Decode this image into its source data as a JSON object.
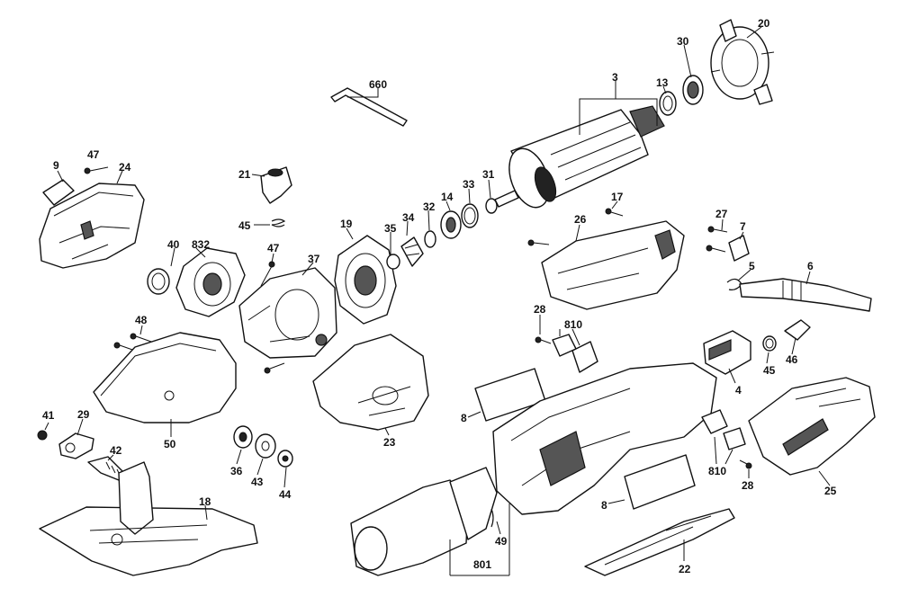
{
  "parts": [
    {
      "id": "p660",
      "label": "660"
    },
    {
      "id": "p3",
      "label": "3"
    },
    {
      "id": "p13",
      "label": "13"
    },
    {
      "id": "p30",
      "label": "30"
    },
    {
      "id": "p20",
      "label": "20"
    },
    {
      "id": "p9",
      "label": "9"
    },
    {
      "id": "p47a",
      "label": "47"
    },
    {
      "id": "p24",
      "label": "24"
    },
    {
      "id": "p21",
      "label": "21"
    },
    {
      "id": "p45a",
      "label": "45"
    },
    {
      "id": "p47b",
      "label": "47"
    },
    {
      "id": "p40",
      "label": "40"
    },
    {
      "id": "p832",
      "label": "832"
    },
    {
      "id": "p37",
      "label": "37"
    },
    {
      "id": "p19",
      "label": "19"
    },
    {
      "id": "p35",
      "label": "35"
    },
    {
      "id": "p34",
      "label": "34"
    },
    {
      "id": "p32",
      "label": "32"
    },
    {
      "id": "p14",
      "label": "14"
    },
    {
      "id": "p33",
      "label": "33"
    },
    {
      "id": "p31",
      "label": "31"
    },
    {
      "id": "p17",
      "label": "17"
    },
    {
      "id": "p26",
      "label": "26"
    },
    {
      "id": "p27",
      "label": "27"
    },
    {
      "id": "p7",
      "label": "7"
    },
    {
      "id": "p5",
      "label": "5"
    },
    {
      "id": "p6",
      "label": "6"
    },
    {
      "id": "p48",
      "label": "48"
    },
    {
      "id": "p28a",
      "label": "28"
    },
    {
      "id": "p810a",
      "label": "810"
    },
    {
      "id": "p45b",
      "label": "45"
    },
    {
      "id": "p46",
      "label": "46"
    },
    {
      "id": "p4",
      "label": "4"
    },
    {
      "id": "p8a",
      "label": "8"
    },
    {
      "id": "p41",
      "label": "41"
    },
    {
      "id": "p29",
      "label": "29"
    },
    {
      "id": "p42",
      "label": "42"
    },
    {
      "id": "p50",
      "label": "50"
    },
    {
      "id": "p36",
      "label": "36"
    },
    {
      "id": "p43",
      "label": "43"
    },
    {
      "id": "p44",
      "label": "44"
    },
    {
      "id": "p23",
      "label": "23"
    },
    {
      "id": "p810b",
      "label": "810"
    },
    {
      "id": "p28b",
      "label": "28"
    },
    {
      "id": "p25",
      "label": "25"
    },
    {
      "id": "p8b",
      "label": "8"
    },
    {
      "id": "p18",
      "label": "18"
    },
    {
      "id": "p49",
      "label": "49"
    },
    {
      "id": "p801",
      "label": "801"
    },
    {
      "id": "p22",
      "label": "22"
    }
  ]
}
